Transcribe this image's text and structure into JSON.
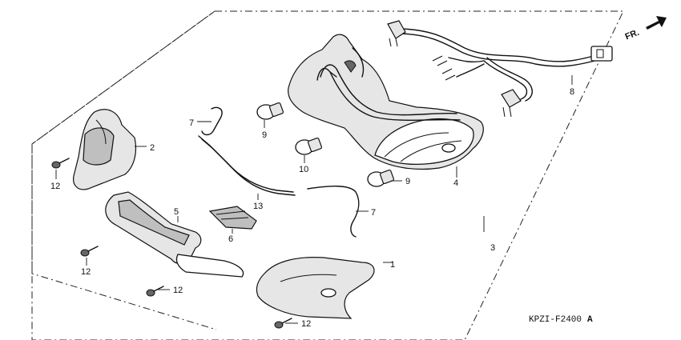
{
  "direction_label": "FR.",
  "diagram_code": "KPZI-F2400",
  "diagram_code_suffix": "A",
  "part_numbers": {
    "p1": "1",
    "p2": "2",
    "p3": "3",
    "p4": "4",
    "p5": "5",
    "p6": "6",
    "p7a": "7",
    "p7b": "7",
    "p8": "8",
    "p9a": "9",
    "p9b": "9",
    "p10": "10",
    "p12a": "12",
    "p12b": "12",
    "p12c": "12",
    "p12d": "12",
    "p13": "13"
  }
}
